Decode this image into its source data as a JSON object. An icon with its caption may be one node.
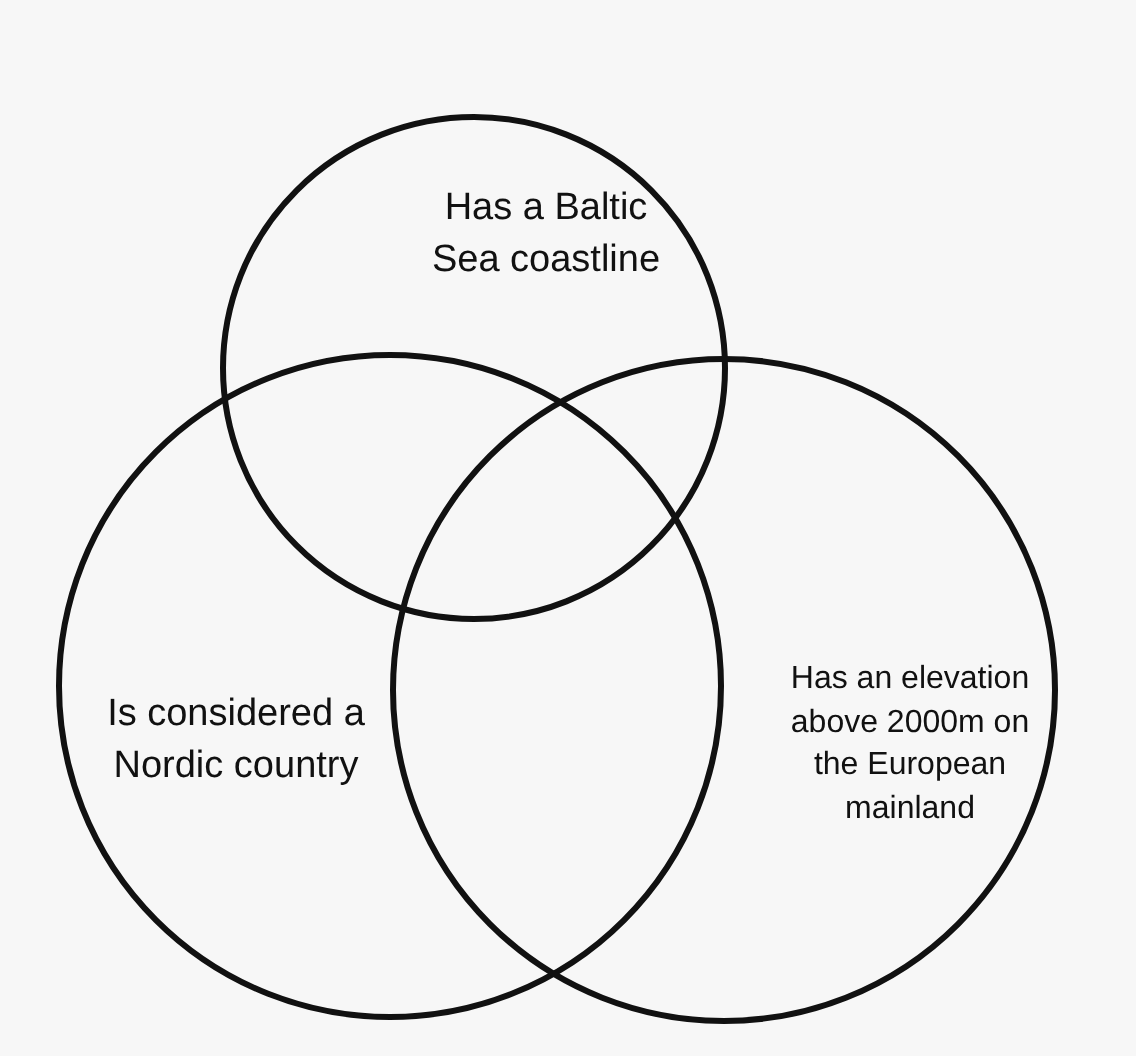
{
  "diagram": {
    "nodes": [
      {
        "text": [
          "Has a Baltic Sea coastline"
        ]
      },
      {
        "text": [
          "Is considered a Nordic country"
        ]
      },
      {
        "text": [
          "Has an elevation above 2000m on the European mainland"
        ]
      }
    ]
  }
}
